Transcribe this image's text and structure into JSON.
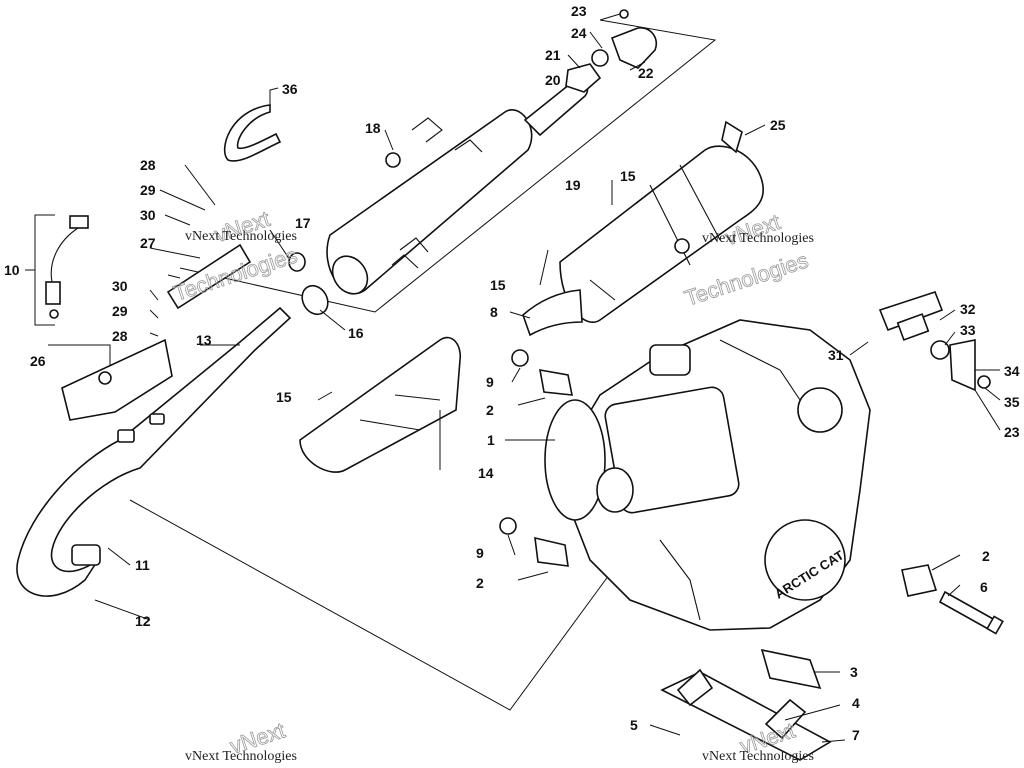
{
  "watermark": {
    "line1": "vNext Technologies",
    "line2": "vNext",
    "line3": "Technologies"
  },
  "callouts": [
    "1",
    "2",
    "2",
    "2",
    "3",
    "4",
    "5",
    "6",
    "7",
    "8",
    "9",
    "9",
    "10",
    "11",
    "12",
    "13",
    "14",
    "15",
    "15",
    "15",
    "15",
    "16",
    "17",
    "18",
    "19",
    "20",
    "21",
    "22",
    "23",
    "23",
    "24",
    "25",
    "26",
    "27",
    "28",
    "28",
    "29",
    "29",
    "30",
    "30",
    "31",
    "32",
    "33",
    "34",
    "35",
    "36"
  ],
  "logo": "ARCTIC CAT"
}
